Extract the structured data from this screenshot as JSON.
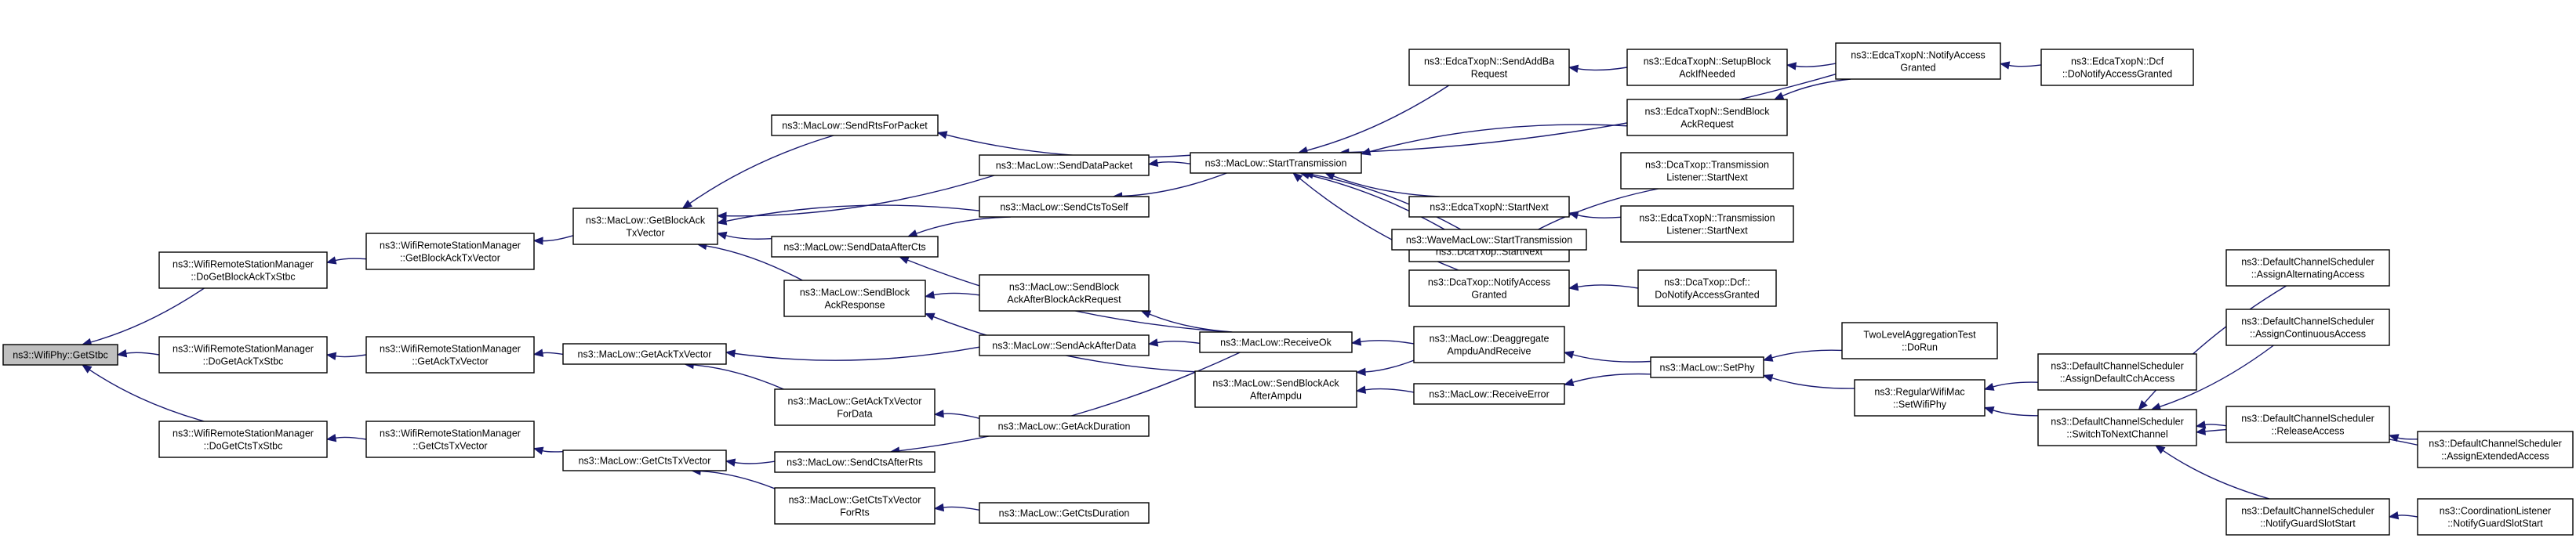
{
  "nodes": [
    {
      "id": "getstbc",
      "lines": [
        "ns3::WifiPhy::GetStbc"
      ],
      "root": true
    },
    {
      "id": "rsm_dogetblockack",
      "lines": [
        "ns3::WifiRemoteStationManager",
        "::DoGetBlockAckTxStbc"
      ]
    },
    {
      "id": "rsm_dogetack",
      "lines": [
        "ns3::WifiRemoteStationManager",
        "::DoGetAckTxStbc"
      ]
    },
    {
      "id": "rsm_dogetcts",
      "lines": [
        "ns3::WifiRemoteStationManager",
        "::DoGetCtsTxStbc"
      ]
    },
    {
      "id": "rsm_getblockack",
      "lines": [
        "ns3::WifiRemoteStationManager",
        "::GetBlockAckTxVector"
      ]
    },
    {
      "id": "rsm_getack",
      "lines": [
        "ns3::WifiRemoteStationManager",
        "::GetAckTxVector"
      ]
    },
    {
      "id": "rsm_getcts",
      "lines": [
        "ns3::WifiRemoteStationManager",
        "::GetCtsTxVector"
      ]
    },
    {
      "id": "ml_getblockack",
      "lines": [
        "ns3::MacLow::GetBlockAck",
        "TxVector"
      ]
    },
    {
      "id": "ml_getack",
      "lines": [
        "ns3::MacLow::GetAckTxVector"
      ]
    },
    {
      "id": "ml_getcts",
      "lines": [
        "ns3::MacLow::GetCtsTxVector"
      ]
    },
    {
      "id": "ml_sendrts",
      "lines": [
        "ns3::MacLow::SendRtsForPacket"
      ]
    },
    {
      "id": "ml_senddataaftercts",
      "lines": [
        "ns3::MacLow::SendDataAfterCts"
      ]
    },
    {
      "id": "ml_sendblockackresp",
      "lines": [
        "ns3::MacLow::SendBlock",
        "AckResponse"
      ]
    },
    {
      "id": "ml_getackfordata",
      "lines": [
        "ns3::MacLow::GetAckTxVector",
        "ForData"
      ]
    },
    {
      "id": "ml_sendctsafterrts",
      "lines": [
        "ns3::MacLow::SendCtsAfterRts"
      ]
    },
    {
      "id": "ml_getctsforrts",
      "lines": [
        "ns3::MacLow::GetCtsTxVector",
        "ForRts"
      ]
    },
    {
      "id": "ml_senddatapacket",
      "lines": [
        "ns3::MacLow::SendDataPacket"
      ]
    },
    {
      "id": "ml_sendctstoself",
      "lines": [
        "ns3::MacLow::SendCtsToSelf"
      ]
    },
    {
      "id": "ml_sendblockackafterreq",
      "lines": [
        "ns3::MacLow::SendBlock",
        "AckAfterBlockAckRequest"
      ]
    },
    {
      "id": "ml_sendackafterdata",
      "lines": [
        "ns3::MacLow::SendAckAfterData"
      ]
    },
    {
      "id": "ml_getackduration",
      "lines": [
        "ns3::MacLow::GetAckDuration"
      ]
    },
    {
      "id": "ml_getctsduration",
      "lines": [
        "ns3::MacLow::GetCtsDuration"
      ]
    },
    {
      "id": "ml_starttx",
      "lines": [
        "ns3::MacLow::StartTransmission"
      ]
    },
    {
      "id": "ml_receiveok",
      "lines": [
        "ns3::MacLow::ReceiveOk"
      ]
    },
    {
      "id": "ml_sendblockackafterampdu",
      "lines": [
        "ns3::MacLow::SendBlockAck",
        "AfterAmpdu"
      ]
    },
    {
      "id": "edca_sendaddba",
      "lines": [
        "ns3::EdcaTxopN::SendAddBa",
        "Request"
      ]
    },
    {
      "id": "dca_startnext",
      "lines": [
        "ns3::DcaTxop::StartNext"
      ]
    },
    {
      "id": "edca_startnext",
      "lines": [
        "ns3::EdcaTxopN::StartNext"
      ]
    },
    {
      "id": "wave_starttx",
      "lines": [
        "ns3::WaveMacLow::StartTransmission"
      ]
    },
    {
      "id": "dca_notifyaccess",
      "lines": [
        "ns3::DcaTxop::NotifyAccess",
        "Granted"
      ]
    },
    {
      "id": "ml_deaggregate",
      "lines": [
        "ns3::MacLow::Deaggregate",
        "AmpduAndReceive"
      ]
    },
    {
      "id": "ml_receiveerror",
      "lines": [
        "ns3::MacLow::ReceiveError"
      ]
    },
    {
      "id": "edca_setupblockack",
      "lines": [
        "ns3::EdcaTxopN::SetupBlock",
        "AckIfNeeded"
      ]
    },
    {
      "id": "edca_sendblockackreq",
      "lines": [
        "ns3::EdcaTxopN::SendBlock",
        "AckRequest"
      ]
    },
    {
      "id": "dca_txlistener_startnext",
      "lines": [
        "ns3::DcaTxop::Transmission",
        "Listener::StartNext"
      ]
    },
    {
      "id": "edca_txlistener_startnext",
      "lines": [
        "ns3::EdcaTxopN::Transmission",
        "Listener::StartNext"
      ]
    },
    {
      "id": "dca_dcf_donotify",
      "lines": [
        "ns3::DcaTxop::Dcf::",
        "DoNotifyAccessGranted"
      ]
    },
    {
      "id": "ml_setphy",
      "lines": [
        "ns3::MacLow::SetPhy"
      ]
    },
    {
      "id": "edca_notifyaccess",
      "lines": [
        "ns3::EdcaTxopN::NotifyAccess",
        "Granted"
      ]
    },
    {
      "id": "tlat_dorun",
      "lines": [
        "TwoLevelAggregationTest",
        "::DoRun"
      ]
    },
    {
      "id": "rwm_setwifiphy",
      "lines": [
        "ns3::RegularWifiMac",
        "::SetWifiPhy"
      ]
    },
    {
      "id": "edca_dcf_donotify",
      "lines": [
        "ns3::EdcaTxopN::Dcf",
        "::DoNotifyAccessGranted"
      ]
    },
    {
      "id": "dcs_assigndefaultcch",
      "lines": [
        "ns3::DefaultChannelScheduler",
        "::AssignDefaultCchAccess"
      ]
    },
    {
      "id": "dcs_switchtonext",
      "lines": [
        "ns3::DefaultChannelScheduler",
        "::SwitchToNextChannel"
      ]
    },
    {
      "id": "dcs_assignalternating",
      "lines": [
        "ns3::DefaultChannelScheduler",
        "::AssignAlternatingAccess"
      ]
    },
    {
      "id": "dcs_assigncontinuous",
      "lines": [
        "ns3::DefaultChannelScheduler",
        "::AssignContinuousAccess"
      ]
    },
    {
      "id": "dcs_releaseaccess",
      "lines": [
        "ns3::DefaultChannelScheduler",
        "::ReleaseAccess"
      ]
    },
    {
      "id": "dcs_notifyguard",
      "lines": [
        "ns3::DefaultChannelScheduler",
        "::NotifyGuardSlotStart"
      ]
    },
    {
      "id": "dcs_assignextended",
      "lines": [
        "ns3::DefaultChannelScheduler",
        "::AssignExtendedAccess"
      ]
    },
    {
      "id": "cl_notifyguard",
      "lines": [
        "ns3::CoordinationListener",
        "::NotifyGuardSlotStart"
      ]
    }
  ],
  "edges": [
    {
      "from": "rsm_dogetblockack",
      "to": "getstbc"
    },
    {
      "from": "rsm_dogetack",
      "to": "getstbc"
    },
    {
      "from": "rsm_dogetcts",
      "to": "getstbc"
    },
    {
      "from": "rsm_getblockack",
      "to": "rsm_dogetblockack"
    },
    {
      "from": "rsm_getack",
      "to": "rsm_dogetack"
    },
    {
      "from": "rsm_getcts",
      "to": "rsm_dogetcts"
    },
    {
      "from": "ml_getblockack",
      "to": "rsm_getblockack"
    },
    {
      "from": "ml_getack",
      "to": "rsm_getack"
    },
    {
      "from": "ml_getcts",
      "to": "rsm_getcts"
    },
    {
      "from": "ml_sendrts",
      "to": "ml_getblockack"
    },
    {
      "from": "ml_senddatapacket",
      "to": "ml_getblockack"
    },
    {
      "from": "ml_sendctstoself",
      "to": "ml_getblockack"
    },
    {
      "from": "ml_senddataaftercts",
      "to": "ml_getblockack"
    },
    {
      "from": "ml_sendblockackresp",
      "to": "ml_getblockack"
    },
    {
      "from": "ml_sendackafterdata",
      "to": "ml_getack"
    },
    {
      "from": "ml_getackfordata",
      "to": "ml_getack"
    },
    {
      "from": "ml_sendctsafterrts",
      "to": "ml_getcts"
    },
    {
      "from": "ml_getctsforrts",
      "to": "ml_getcts"
    },
    {
      "from": "ml_starttx",
      "to": "ml_sendrts"
    },
    {
      "from": "ml_starttx",
      "to": "ml_senddatapacket"
    },
    {
      "from": "ml_starttx",
      "to": "ml_sendctstoself"
    },
    {
      "from": "ml_sendctstoself",
      "to": "ml_senddataaftercts"
    },
    {
      "from": "ml_receiveok",
      "to": "ml_senddataaftercts"
    },
    {
      "from": "ml_sendblockackafterreq",
      "to": "ml_sendblockackresp"
    },
    {
      "from": "ml_sendblockackafterampdu",
      "to": "ml_sendblockackresp"
    },
    {
      "from": "ml_getackduration",
      "to": "ml_getackfordata"
    },
    {
      "from": "ml_receiveok",
      "to": "ml_sendctsafterrts"
    },
    {
      "from": "ml_getctsduration",
      "to": "ml_getctsforrts"
    },
    {
      "from": "ml_receiveok",
      "to": "ml_sendblockackafterreq"
    },
    {
      "from": "ml_receiveok",
      "to": "ml_sendackafterdata"
    },
    {
      "from": "edca_sendaddba",
      "to": "ml_starttx"
    },
    {
      "from": "edca_sendblockackreq",
      "to": "ml_starttx"
    },
    {
      "from": "edca_notifyaccess",
      "to": "ml_starttx"
    },
    {
      "from": "dca_startnext",
      "to": "ml_starttx"
    },
    {
      "from": "edca_startnext",
      "to": "ml_starttx"
    },
    {
      "from": "wave_starttx",
      "to": "ml_starttx"
    },
    {
      "from": "dca_notifyaccess",
      "to": "ml_starttx"
    },
    {
      "from": "ml_deaggregate",
      "to": "ml_receiveok"
    },
    {
      "from": "ml_deaggregate",
      "to": "ml_sendblockackafterampdu"
    },
    {
      "from": "ml_receiveerror",
      "to": "ml_sendblockackafterampdu"
    },
    {
      "from": "edca_setupblockack",
      "to": "edca_sendaddba"
    },
    {
      "from": "dca_txlistener_startnext",
      "to": "dca_startnext"
    },
    {
      "from": "edca_txlistener_startnext",
      "to": "edca_startnext"
    },
    {
      "from": "dca_dcf_donotify",
      "to": "dca_notifyaccess"
    },
    {
      "from": "ml_setphy",
      "to": "ml_deaggregate"
    },
    {
      "from": "ml_setphy",
      "to": "ml_receiveerror"
    },
    {
      "from": "edca_notifyaccess",
      "to": "edca_setupblockack"
    },
    {
      "from": "edca_notifyaccess",
      "to": "edca_sendblockackreq"
    },
    {
      "from": "edca_dcf_donotify",
      "to": "edca_notifyaccess"
    },
    {
      "from": "tlat_dorun",
      "to": "ml_setphy"
    },
    {
      "from": "rwm_setwifiphy",
      "to": "ml_setphy"
    },
    {
      "from": "dcs_assigndefaultcch",
      "to": "rwm_setwifiphy"
    },
    {
      "from": "dcs_switchtonext",
      "to": "rwm_setwifiphy"
    },
    {
      "from": "dcs_assignalternating",
      "to": "dcs_switchtonext"
    },
    {
      "from": "dcs_assigncontinuous",
      "to": "dcs_switchtonext"
    },
    {
      "from": "dcs_releaseaccess",
      "to": "dcs_switchtonext"
    },
    {
      "from": "dcs_notifyguard",
      "to": "dcs_switchtonext"
    },
    {
      "from": "dcs_assignextended",
      "to": "dcs_switchtonext"
    },
    {
      "from": "dcs_assignextended",
      "to": "dcs_releaseaccess"
    },
    {
      "from": "cl_notifyguard",
      "to": "dcs_notifyguard"
    }
  ]
}
